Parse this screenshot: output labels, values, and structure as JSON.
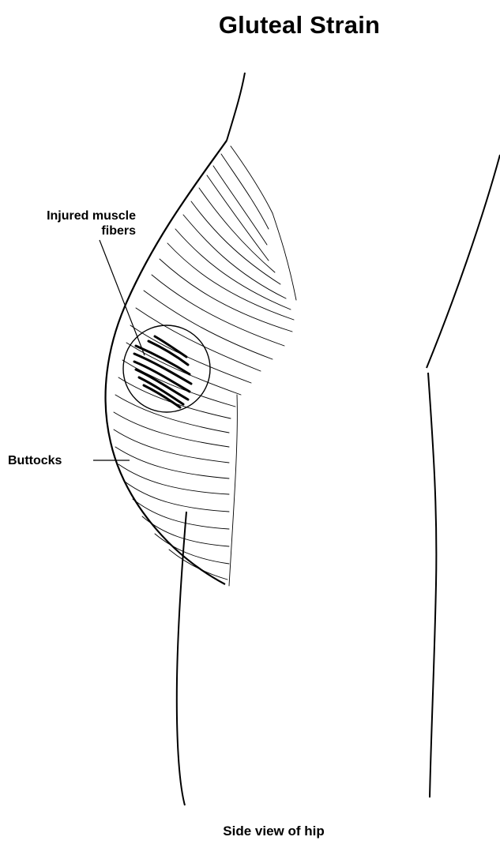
{
  "title": "Gluteal Strain",
  "labels": {
    "injured_line1": "Injured muscle",
    "injured_line2": "fibers",
    "buttocks": "Buttocks"
  },
  "caption": "Side view of hip",
  "colors": {
    "ink": "#000000",
    "background": "#ffffff"
  }
}
